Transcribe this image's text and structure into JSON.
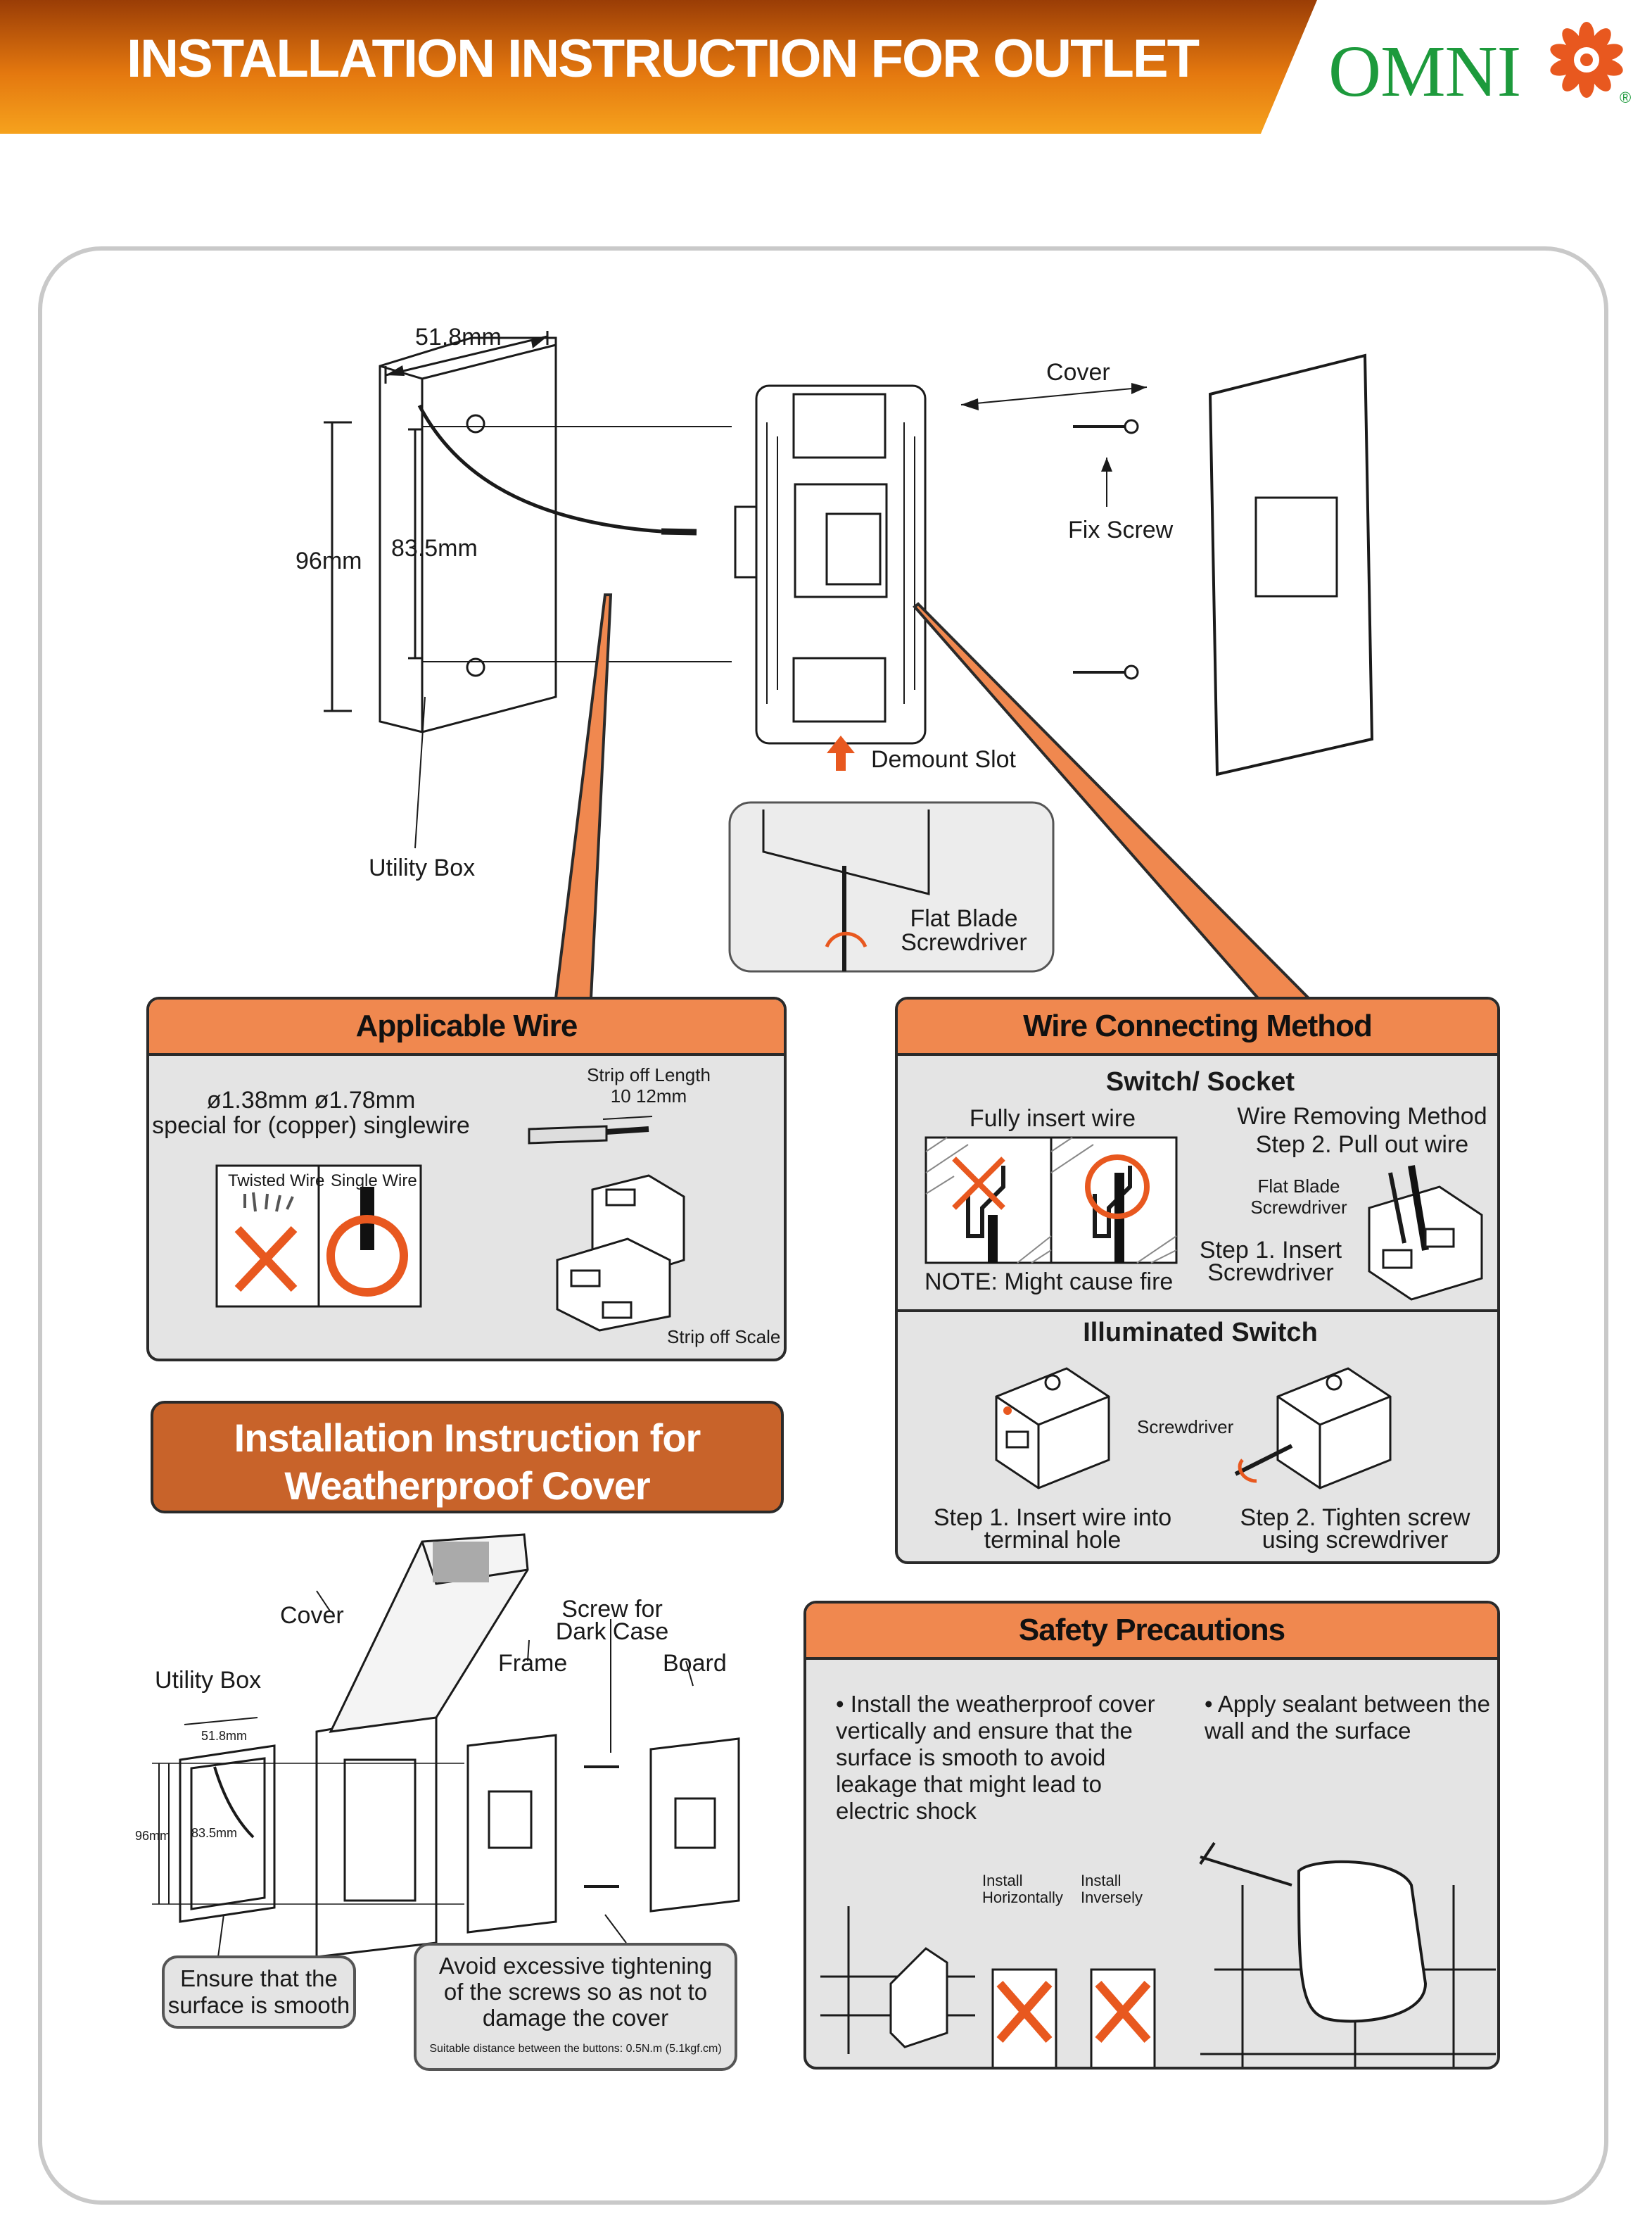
{
  "header": {
    "title": "INSTALLATION INSTRUCTION FOR OUTLET",
    "logo_text": "OMNI",
    "logo_mark": "®",
    "colors": {
      "orange_start": "#9a3d06",
      "orange_end": "#f6a21d",
      "logo_green": "#1d9a3c"
    }
  },
  "top_diagram": {
    "dim_width": "51.8mm",
    "dim_height": "96mm",
    "dim_inner": "83.5mm",
    "utility_box": "Utility Box",
    "cover": "Cover",
    "fix_screw": "Fix Screw",
    "demount_slot": "Demount Slot",
    "flat_blade_line1": "Flat Blade",
    "flat_blade_line2": "Screwdriver"
  },
  "applicable_wire": {
    "title": "Applicable Wire",
    "sizes": "ø1.38mm  ø1.78mm",
    "special": "special for (copper) singlewire",
    "twisted": "Twisted Wire",
    "single": "Single Wire",
    "strip_length_line1": "Strip off Length",
    "strip_length_line2": "10 12mm",
    "strip_scale": "Strip off Scale"
  },
  "wire_connecting": {
    "title": "Wire Connecting Method",
    "switch_socket": "Switch/ Socket",
    "fully_insert": "Fully insert wire",
    "note": "NOTE: Might cause fire",
    "removing_line1": "Wire Removing Method",
    "removing_line2": "Step 2. Pull out wire",
    "flat_blade_line1": "Flat Blade",
    "flat_blade_line2": "Screwdriver",
    "step1_line1": "Step 1. Insert",
    "step1_line2": "Screwdriver",
    "illuminated": "Illuminated Switch",
    "screwdriver": "Screwdriver",
    "ill_step1_line1": "Step 1. Insert wire into",
    "ill_step1_line2": "terminal hole",
    "ill_step2_line1": "Step 2. Tighten screw",
    "ill_step2_line2": "using screwdriver"
  },
  "weatherproof": {
    "title_line1": "Installation Instruction for",
    "title_line2": "Weatherproof Cover",
    "cover": "Cover",
    "screw_line1": "Screw for",
    "screw_line2": "Dark Case",
    "frame": "Frame",
    "board": "Board",
    "utility_box": "Utility Box",
    "dim_width": "51.8mm",
    "dim_height": "96mm",
    "dim_inner": "83.5mm",
    "smooth_line1": "Ensure that the",
    "smooth_line2": "surface is smooth",
    "avoid_line1": "Avoid excessive tightening",
    "avoid_line2": "of the screws so as not to",
    "avoid_line3": "damage the cover",
    "torque": "Suitable distance between the buttons: 0.5N.m (5.1kgf.cm)"
  },
  "safety": {
    "title": "Safety Precautions",
    "bullet1_line1": "• Install the weatherproof cover",
    "bullet1_line2": "vertically and ensure that the",
    "bullet1_line3": "surface is smooth to avoid",
    "bullet1_line4": "leakage that might lead to",
    "bullet1_line5": "electric shock",
    "bullet2_line1": "• Apply sealant between the",
    "bullet2_line2": "wall and the surface",
    "install_h_line1": "Install",
    "install_h_line2": "Horizontally",
    "install_i_line1": "Install",
    "install_i_line2": "Inversely"
  }
}
